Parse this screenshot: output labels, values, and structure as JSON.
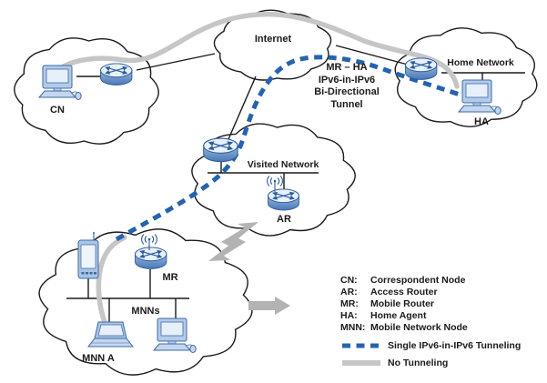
{
  "diagram": {
    "internet_label": "Internet",
    "cn_label": "CN",
    "home_network_label": "Home Network",
    "ha_label": "HA",
    "visited_network_label": "Visited Network",
    "ar_label": "AR",
    "mr_label": "MR",
    "mnns_label": "MNNs",
    "mnn_a_label": "MNN A",
    "tunnel_annotation": "MR – HA\nIPv6-in-IPv6\nBi-Directional\nTunnel"
  },
  "legend": {
    "items": [
      {
        "abbr": "CN:",
        "def": "Correspondent Node"
      },
      {
        "abbr": "AR:",
        "def": "Access Router"
      },
      {
        "abbr": "MR:",
        "def": "Mobile Router"
      },
      {
        "abbr": "HA:",
        "def": "Home Agent"
      },
      {
        "abbr": "MNN:",
        "def": "Mobile Network Node"
      }
    ],
    "tunneling_label": "Single IPv6-in-IPv6 Tunneling",
    "no_tunneling_label": "No Tunneling"
  },
  "colors": {
    "tunnel_blue": "#2563ae",
    "no_tunnel_gray": "#c6c6c6"
  }
}
